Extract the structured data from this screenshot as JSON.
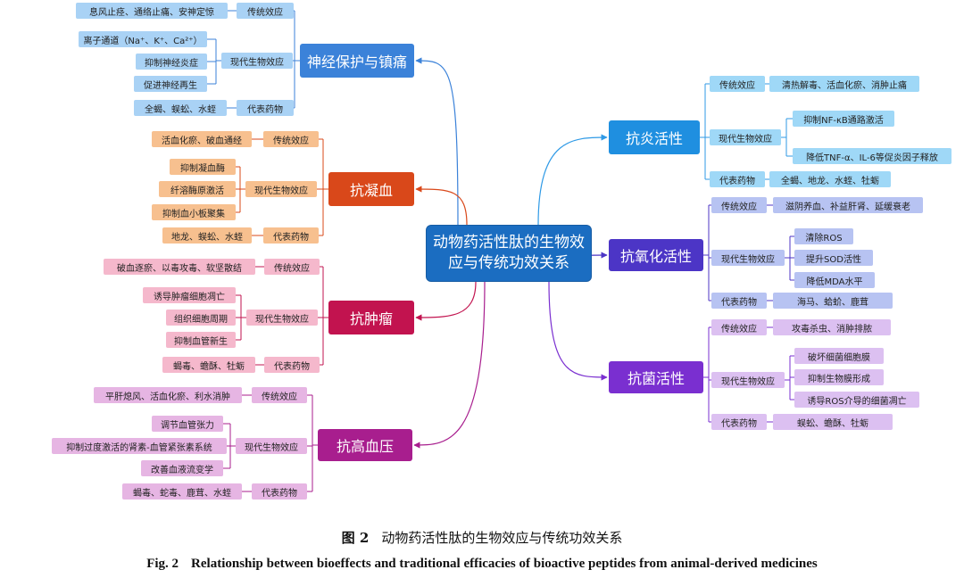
{
  "center": {
    "label": "动物药活性肽的生物效应与传统功效关系",
    "color": "#1b6dc1"
  },
  "branches": [
    {
      "id": "neuro",
      "label": "神经保护与镇痛",
      "color": "#3b82d9",
      "light": "#a9d2f5",
      "line": "#3b82d9",
      "groups": [
        {
          "label": "传统效应",
          "items": [
            "息风止痉、通络止痛、安神定惊"
          ]
        },
        {
          "label": "现代生物效应",
          "items": [
            "离子通道（Na⁺、K⁺、Ca²⁺）",
            "抑制神经炎症",
            "促进神经再生"
          ]
        },
        {
          "label": "代表药物",
          "items": [
            "全蝎、蜈蚣、水蛭"
          ]
        }
      ]
    },
    {
      "id": "coag",
      "label": "抗凝血",
      "color": "#d9481a",
      "light": "#f7c08f",
      "line": "#d9481a",
      "groups": [
        {
          "label": "传统效应",
          "items": [
            "活血化瘀、破血通经"
          ]
        },
        {
          "label": "现代生物效应",
          "items": [
            "抑制凝血酶",
            "纤溶酶原激活",
            "抑制血小板聚集"
          ]
        },
        {
          "label": "代表药物",
          "items": [
            "地龙、蜈蚣、水蛭"
          ]
        }
      ]
    },
    {
      "id": "tumor",
      "label": "抗肿瘤",
      "color": "#c2134f",
      "light": "#f5b8cc",
      "line": "#c2134f",
      "groups": [
        {
          "label": "传统效应",
          "items": [
            "破血逐瘀、以毒攻毒、软坚散结"
          ]
        },
        {
          "label": "现代生物效应",
          "items": [
            "诱导肿瘤细胞凋亡",
            "组织细胞周期",
            "抑制血管新生"
          ]
        },
        {
          "label": "代表药物",
          "items": [
            "蝎毒、蟾酥、牡蛎"
          ]
        }
      ]
    },
    {
      "id": "hyper",
      "label": "抗高血压",
      "color": "#a81e8e",
      "light": "#e6b5e3",
      "line": "#a81e8e",
      "groups": [
        {
          "label": "传统效应",
          "items": [
            "平肝熄风、活血化瘀、利水消肿"
          ]
        },
        {
          "label": "现代生物效应",
          "items": [
            "调节血管张力",
            "抑制过度激活的肾素-血管紧张素系统",
            "改善血液流变学"
          ]
        },
        {
          "label": "代表药物",
          "items": [
            "蝎毒、蛇毒、鹿茸、水蛭"
          ]
        }
      ]
    },
    {
      "id": "inflam",
      "label": "抗炎活性",
      "color": "#1f8fe0",
      "light": "#9fd8f7",
      "line": "#2f9ae6",
      "groups": [
        {
          "label": "传统效应",
          "items": [
            "清热解毒、活血化瘀、消肿止痛"
          ]
        },
        {
          "label": "现代生物效应",
          "items": [
            "抑制NF-κB通路激活",
            "降低TNF-α、IL-6等促炎因子释放"
          ]
        },
        {
          "label": "代表药物",
          "items": [
            "全蝎、地龙、水蛭、牡蛎"
          ]
        }
      ]
    },
    {
      "id": "oxid",
      "label": "抗氧化活性",
      "color": "#4c35c6",
      "light": "#b7c3f2",
      "line": "#4c35c6",
      "groups": [
        {
          "label": "传统效应",
          "items": [
            "滋阴养血、补益肝肾、延缓衰老"
          ]
        },
        {
          "label": "现代生物效应",
          "items": [
            "清除ROS",
            "提升SOD活性",
            "降低MDA水平"
          ]
        },
        {
          "label": "代表药物",
          "items": [
            "海马、蛤蚧、鹿茸"
          ]
        }
      ]
    },
    {
      "id": "bact",
      "label": "抗菌活性",
      "color": "#7a2fd0",
      "light": "#dcc0f1",
      "line": "#7a2fd0",
      "groups": [
        {
          "label": "传统效应",
          "items": [
            "攻毒杀虫、消肿排脓"
          ]
        },
        {
          "label": "现代生物效应",
          "items": [
            "破坏细菌细胞膜",
            "抑制生物膜形成",
            "诱导ROS介导的细菌凋亡"
          ]
        },
        {
          "label": "代表药物",
          "items": [
            "蜈蚣、蟾酥、牡蛎"
          ]
        }
      ]
    }
  ],
  "caption": {
    "cn_label": "图 2",
    "cn_text": "动物药活性肽的生物效应与传统功效关系",
    "en_label": "Fig. 2",
    "en_text": "Relationship between bioeffects and traditional efficacies of bioactive peptides from animal-derived medicines"
  }
}
